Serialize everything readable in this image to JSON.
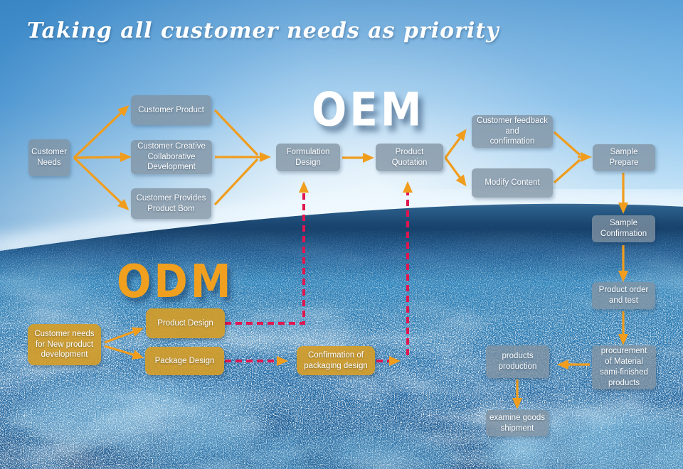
{
  "title": "Taking all customer needs as priority",
  "headings": {
    "oem": "OEM",
    "odm": "ODM"
  },
  "colors": {
    "arrow_orange": "#f09d1d",
    "dashed_pink": "#e0164f",
    "odm_heading_orange": "#f0a01e",
    "gray_box": "#8092a1",
    "orange_box": "#d39c28",
    "background_sky": "#6fb3e6",
    "background_deep_sea": "#0d4379"
  },
  "nodes": {
    "customer_needs": {
      "label": "Customer\nNeeds"
    },
    "customer_product": {
      "label": "Customer Product"
    },
    "customer_creative": {
      "label": "Customer Creative\nCollaborative\nDevelopment"
    },
    "customer_bom": {
      "label": "Customer Provides\nProduct Bom"
    },
    "formulation_design": {
      "label": "Formulation\nDesign"
    },
    "product_quotation": {
      "label": "Product\nQuotation"
    },
    "customer_feedback": {
      "label": "Customer feedback\nand\nconfirmation"
    },
    "modify_content": {
      "label": "Modify Content"
    },
    "sample_prepare": {
      "label": "Sample\nPrepare"
    },
    "sample_confirmation": {
      "label": "Sample\nConfirmation"
    },
    "product_order": {
      "label": "Product order\nand test"
    },
    "procurement": {
      "label": "procurement\nof Material\nsami-finished\nproducts"
    },
    "products_production": {
      "label": "products\nproduction"
    },
    "examine_goods": {
      "label": "examine goods\nshipment"
    },
    "customer_needs_new": {
      "label": "Customer needs\nfor New product\ndevelopment"
    },
    "product_design": {
      "label": "Product  Design"
    },
    "package_design": {
      "label": "Package Design"
    },
    "confirmation_packaging": {
      "label": "Confirmation of\npackaging design"
    }
  }
}
